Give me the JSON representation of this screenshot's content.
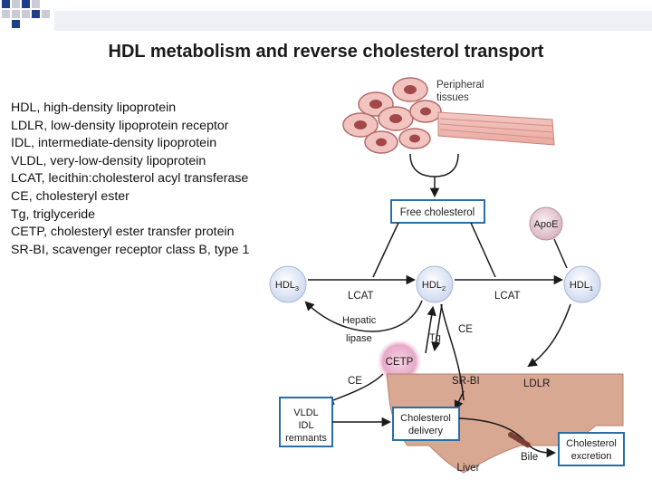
{
  "title": "HDL metabolism and reverse cholesterol transport",
  "abbreviations": [
    "HDL, high-density lipoprotein",
    "LDLR, low-density lipoprotein receptor",
    "IDL, intermediate-density lipoprotein",
    "VLDL, very-low-density lipoprotein",
    "LCAT, lecithin:cholesterol acyl transferase",
    "CE, cholesteryl ester",
    "Tg, triglyceride",
    "CETP, cholesteryl ester transfer protein",
    "SR-BI, scavenger receptor class B, type 1"
  ],
  "diagram": {
    "peripheral_1": "Peripheral",
    "peripheral_2": "tissues",
    "free_cholesterol": "Free cholesterol",
    "apoe": "ApoE",
    "hdl3_base": "HDL",
    "hdl3_sub": "3",
    "hdl2_base": "HDL",
    "hdl2_sub": "2",
    "hdl1_base": "HDL",
    "hdl1_sub": "1",
    "lcat_left": "LCAT",
    "lcat_right": "LCAT",
    "hepatic_1": "Hepatic",
    "hepatic_2": "lipase",
    "tg": "Tg",
    "ce_right": "CE",
    "cetp": "CETP",
    "ce_left": "CE",
    "srbi": "SR-BI",
    "ldlr": "LDLR",
    "vldl_1": "VLDL",
    "vldl_2": "IDL",
    "vldl_3": "remnants",
    "chol_delivery_1": "Cholesterol",
    "chol_delivery_2": "delivery",
    "chol_excretion_1": "Cholesterol",
    "chol_excretion_2": "excretion",
    "bile": "Bile",
    "liver": "Liver"
  },
  "colors": {
    "accent": "#1f3d8a",
    "box_border": "#2a6ea8",
    "hdl_fill": "#dfe7f5",
    "liver_fill": "#d9a893",
    "cetp_glow": "#e6a9c8",
    "apoe_fill": "#e9cfd6"
  }
}
